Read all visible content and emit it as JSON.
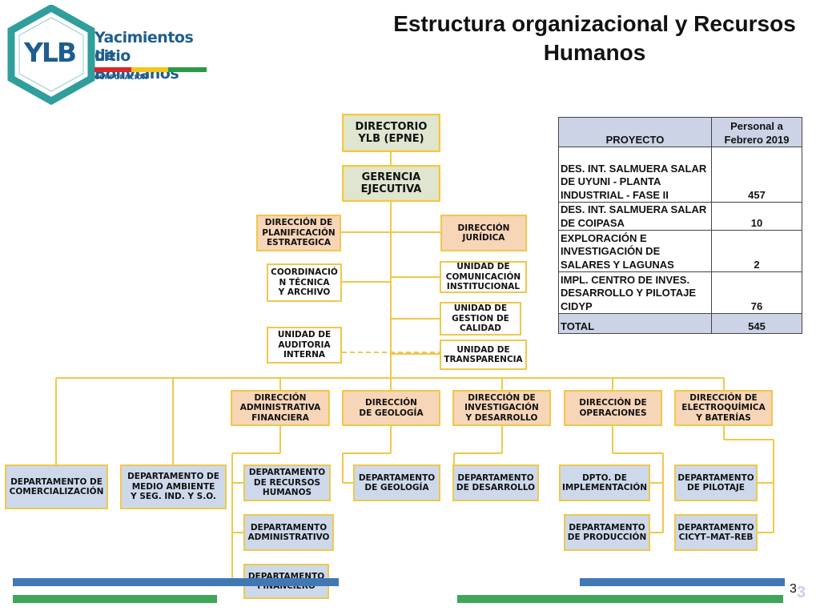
{
  "slide": {
    "title": "Estructura organizacional y Recursos Humanos",
    "page_number": "3"
  },
  "logo": {
    "monogram": "YLB",
    "name_line1": "Yacimientos de",
    "name_line2": "Litio Bolivianos",
    "subtitle": "CORPORACIÓN",
    "colors": {
      "hexagon": "#2f9e9c",
      "text": "#1f5e8c",
      "red": "#d9262c",
      "yellow": "#f4c51b",
      "green": "#2b9a45"
    }
  },
  "org": {
    "directorio": "DIRECTORIO\nYLB (EPNE)",
    "gerencia": "GERENCIA\nEJECUTIVA",
    "dir_planificacion": "DIRECCIÓN DE\nPLANIFICACIÓN\nESTRATEGICA",
    "dir_juridica": "DIRECCIÓN\nJURÍDICA",
    "coord_tecnica": "COORDINACIÓ\nN TÉCNICA\nY ARCHIVO",
    "unidad_comunicacion": "UNIDAD DE\nCOMUNICACIÓN\nINSTITUCIONAL",
    "unidad_calidad": "UNIDAD DE\nGESTION DE\nCALIDAD",
    "unidad_auditoria": "UNIDAD DE\nAUDITORIA\nINTERNA",
    "unidad_transparencia": "UNIDAD DE\nTRANSPARENCIA",
    "dir_administrativa": "DIRECCIÓN\nADMINISTRATIVA\nFINANCIERA",
    "dir_geologia": "DIRECCIÓN\nDE GEOLOGÍA",
    "dir_investigacion": "DIRECCIÓN DE\nINVESTIGACIÓN\nY DESARROLLO",
    "dir_operaciones": "DIRECCIÓN DE\nOPERACIONES",
    "dir_electroquimica": "DIRECCIÓN DE\nELECTROQUÍMICA\nY BATERÍAS",
    "dep_comercializacion": "DEPARTAMENTO DE\nCOMERCIALIZACIÓN",
    "dep_medio_ambiente": "DEPARTAMENTO DE\nMEDIO AMBIENTE\nY SEG. IND. Y S.O.",
    "dep_rrhh": "DEPARTAMENTO\nDE RECURSOS\nHUMANOS",
    "dep_administrativo": "DEPARTAMENTO\nADMINISTRATIVO",
    "dep_financiero": "DEPARTAMENTO\nFINANCIERO",
    "dep_geologia": "DEPARTAMENTO\nDE GEOLOGÍA",
    "dep_desarrollo": "DEPARTAMENTO\nDE DESARROLLO",
    "dpto_implementacion": "DPTO. DE\nIMPLEMENTACIÓN",
    "dep_produccion": "DEPARTAMENTO\nDE PRODUCCIÓN",
    "dep_pilotaje": "DEPARTAMENTO\nDE PILOTAJE",
    "dep_cicyt": "DEPARTAMENTO\nCICYT–MAT–REB"
  },
  "table": {
    "headers": [
      "PROYECTO",
      "Personal a\nFebrero 2019"
    ],
    "rows": [
      {
        "project": "DES. INT. SALMUERA SALAR DE UYUNI - PLANTA INDUSTRIAL - FASE II",
        "value": "457"
      },
      {
        "project": "DES. INT. SALMUERA SALAR DE COIPASA",
        "value": "10"
      },
      {
        "project": "EXPLORACIÓN E INVESTIGACIÓN DE SALARES Y LAGUNAS",
        "value": "2"
      },
      {
        "project": "IMPL. CENTRO DE INVES. DESARROLLO Y PILOTAJE CIDYP",
        "value": "76"
      }
    ],
    "total_label": "TOTAL",
    "total_value": "545"
  },
  "colors": {
    "connector": "#f0c84a",
    "green_box": "#dfe6cf",
    "orange_box": "#f7d5b7",
    "blue_box": "#cdd9eb",
    "footer_blue": "#3f78b5",
    "footer_green": "#3fa55a"
  }
}
